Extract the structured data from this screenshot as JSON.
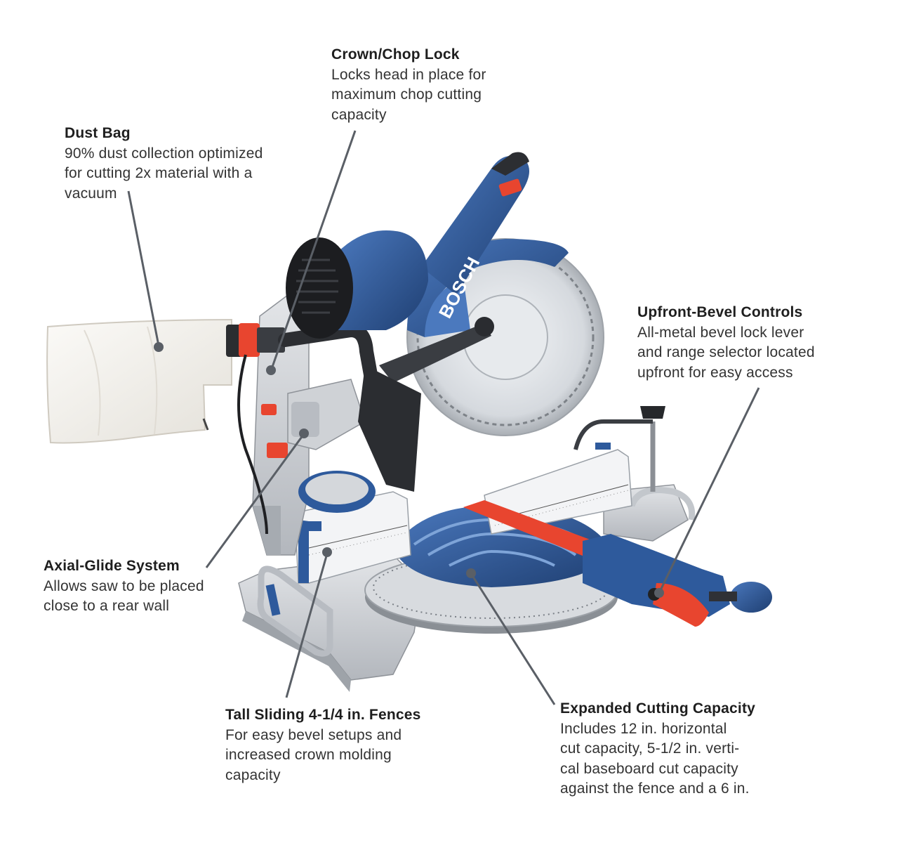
{
  "brand": {
    "logo_text": "BOSCH"
  },
  "colors": {
    "blue": "#2e5a9c",
    "blue_dark": "#1f3f72",
    "red": "#e8452f",
    "grey_metal": "#c9ccd0",
    "grey_dark": "#3a3d42",
    "bag": "#f2f0ec",
    "leader": "#5a5f66"
  },
  "callouts": {
    "crown": {
      "title": "Crown/Chop Lock",
      "lines": [
        "Locks head in place for",
        "maximum chop cutting",
        "capacity"
      ]
    },
    "dust": {
      "title": "Dust Bag",
      "lines": [
        "90% dust collection optimized",
        "for cutting 2x material with a",
        "vacuum"
      ]
    },
    "bevel": {
      "title": "Upfront-Bevel Controls",
      "lines": [
        "All-metal bevel lock lever",
        "and range selector located",
        "upfront for easy access"
      ]
    },
    "axial": {
      "title": "Axial-Glide System",
      "lines": [
        "Allows saw to be placed",
        "close to a rear wall"
      ]
    },
    "fence": {
      "title": "Tall Sliding 4-1/4 in. Fences",
      "lines": [
        "For easy bevel setups and",
        "increased crown molding",
        "capacity"
      ]
    },
    "capacity": {
      "title": "Expanded Cutting Capacity",
      "lines": [
        "Includes 12 in. horizontal",
        "cut capacity, 5-1/2 in. verti-",
        "cal baseboard cut capacity",
        "against the fence and a 6 in."
      ]
    }
  }
}
